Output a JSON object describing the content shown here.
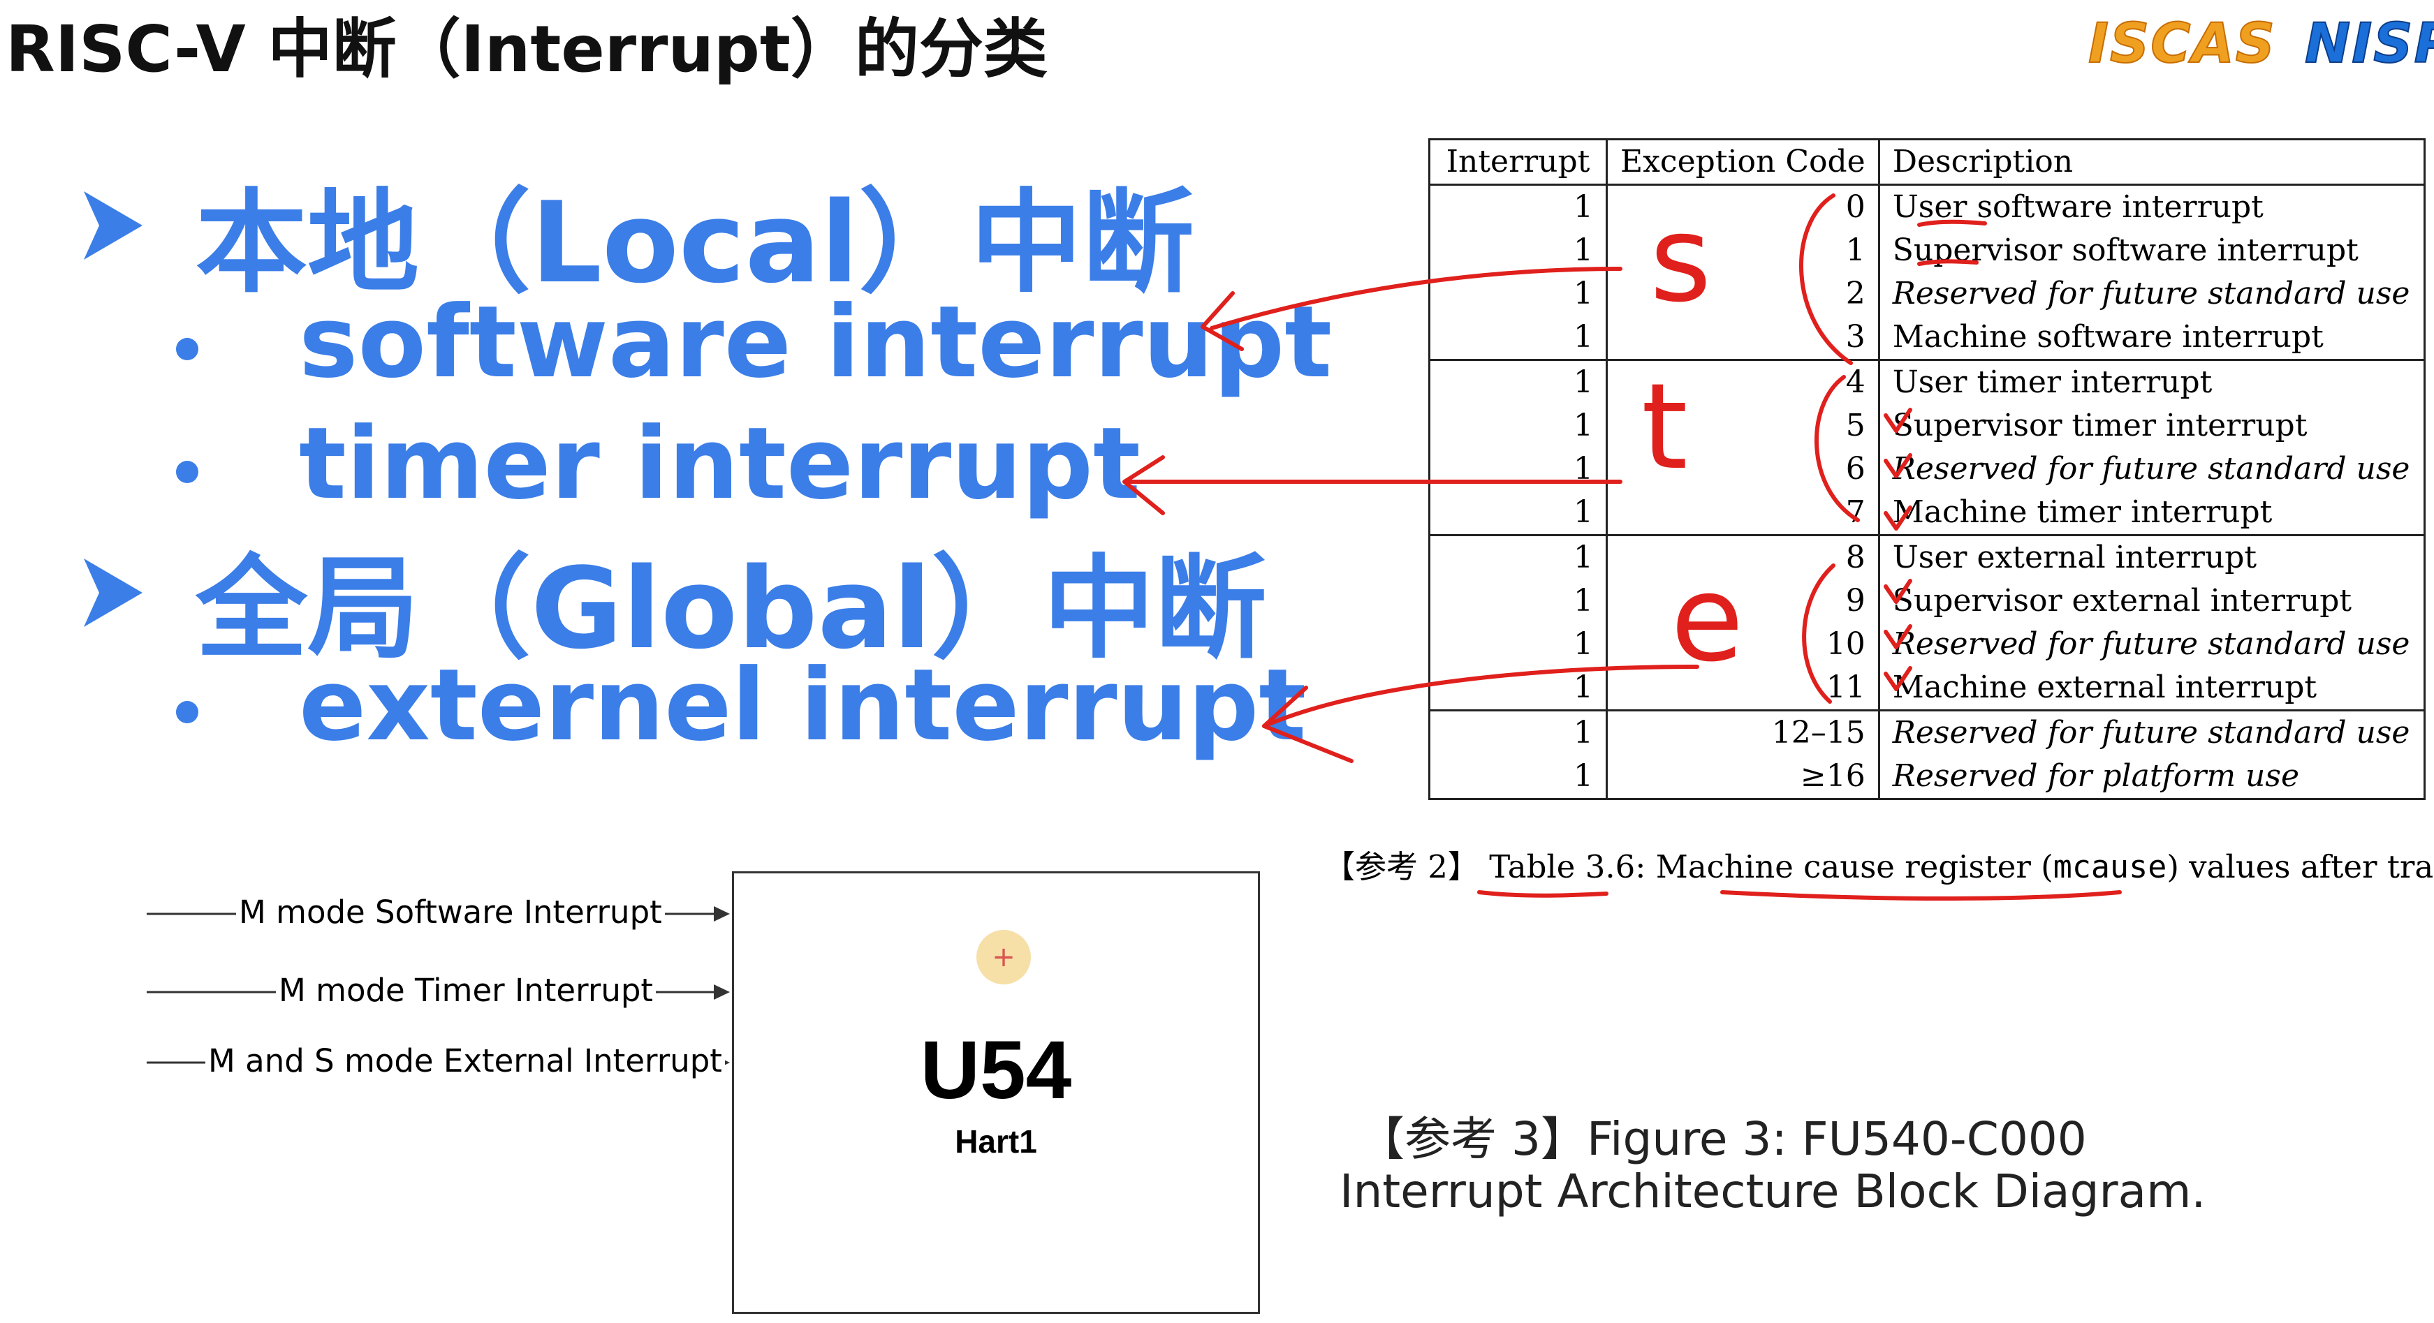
{
  "slide": {
    "title": "RISC-V 中断（Interrupt）的分类",
    "logos": {
      "iscas": "ISCAS",
      "nisp": "NISP"
    }
  },
  "bullets": {
    "local_heading": "本地（Local）中断",
    "local_items": [
      "software interrupt",
      "timer interrupt"
    ],
    "global_heading": "全局（Global）中断",
    "global_items": [
      "externel interrupt"
    ]
  },
  "table": {
    "headers": [
      "Interrupt",
      "Exception Code",
      "Description"
    ],
    "rows": [
      {
        "interrupt": "1",
        "code": "0",
        "description": "User software interrupt",
        "italic": false
      },
      {
        "interrupt": "1",
        "code": "1",
        "description": "Supervisor software interrupt",
        "italic": false
      },
      {
        "interrupt": "1",
        "code": "2",
        "description": "Reserved for future standard use",
        "italic": true
      },
      {
        "interrupt": "1",
        "code": "3",
        "description": "Machine software interrupt",
        "italic": false
      },
      {
        "interrupt": "1",
        "code": "4",
        "description": "User timer interrupt",
        "italic": false
      },
      {
        "interrupt": "1",
        "code": "5",
        "description": "Supervisor timer interrupt",
        "italic": false
      },
      {
        "interrupt": "1",
        "code": "6",
        "description": "Reserved for future standard use",
        "italic": true
      },
      {
        "interrupt": "1",
        "code": "7",
        "description": "Machine timer interrupt",
        "italic": false
      },
      {
        "interrupt": "1",
        "code": "8",
        "description": "User external interrupt",
        "italic": false
      },
      {
        "interrupt": "1",
        "code": "9",
        "description": "Supervisor external interrupt",
        "italic": false
      },
      {
        "interrupt": "1",
        "code": "10",
        "description": "Reserved for future standard use",
        "italic": true
      },
      {
        "interrupt": "1",
        "code": "11",
        "description": "Machine external interrupt",
        "italic": false
      },
      {
        "interrupt": "1",
        "code": "12–15",
        "description": "Reserved for future standard use",
        "italic": true
      },
      {
        "interrupt": "1",
        "code": "≥16",
        "description": "Reserved for platform use",
        "italic": true
      }
    ],
    "caption": {
      "prefix": "【参考 2】",
      "table_no": "Table 3.6:",
      "text_a": "Machine cause register (",
      "mono": "mcause",
      "text_b": ") values after trap."
    }
  },
  "diagram": {
    "core_name": "U54",
    "hart": "Hart1",
    "signals": [
      "M mode Software Interrupt",
      "M mode Timer Interrupt",
      "M and S mode External Interrupt"
    ]
  },
  "annotations": {
    "letters": [
      "s",
      "t",
      "e"
    ]
  },
  "reference3": {
    "line1": "【参考 3】Figure 3: FU540-C000",
    "line2": "Interrupt Architecture Block Diagram."
  },
  "colors": {
    "bullet_blue": "#3b7ee8",
    "ink_red": "#e0201c"
  }
}
